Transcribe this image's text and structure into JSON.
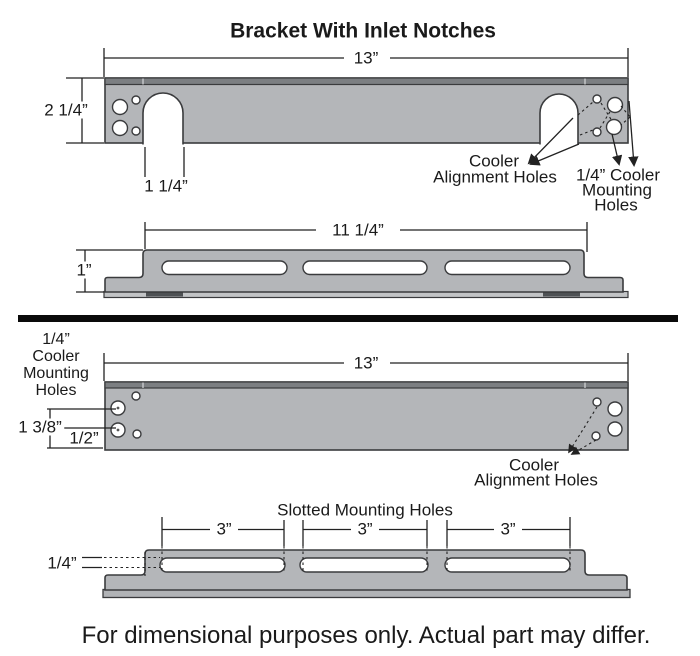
{
  "title": "Bracket With Inlet Notches",
  "caption": "For dimensional purposes only. Actual part may differ.",
  "colors": {
    "part_fill": "#b4b6b9",
    "part_edge_dark": "#7c7f82",
    "outline": "#3a3b3d",
    "dim_line": "#222222",
    "text": "#1a1a1a",
    "background": "#ffffff"
  },
  "view1": {
    "name": "front view with inlet notches",
    "dim_width": "13”",
    "dim_height": "2 1/4”",
    "dim_notch": "1 1/4”",
    "alignment_label": [
      "Cooler",
      "Alignment Holes"
    ],
    "mounting_label": [
      "1/4” Cooler",
      "Mounting",
      "Holes"
    ]
  },
  "view2": {
    "name": "top profile view",
    "dim_width": "11 1/4”",
    "dim_height": "1”"
  },
  "view3": {
    "name": "front view without notches",
    "mounting_label": [
      "1/4”",
      "Cooler",
      "Mounting",
      "Holes"
    ],
    "dim_width": "13”",
    "dim_hole_a": "1 3/8”",
    "dim_hole_b": "1/2”",
    "alignment_label": [
      "Cooler",
      "Alignment Holes"
    ]
  },
  "view4": {
    "name": "bottom profile view",
    "slots_label": "Slotted Mounting Holes",
    "dim_slot": "3”",
    "dim_thickness": "1/4”"
  }
}
